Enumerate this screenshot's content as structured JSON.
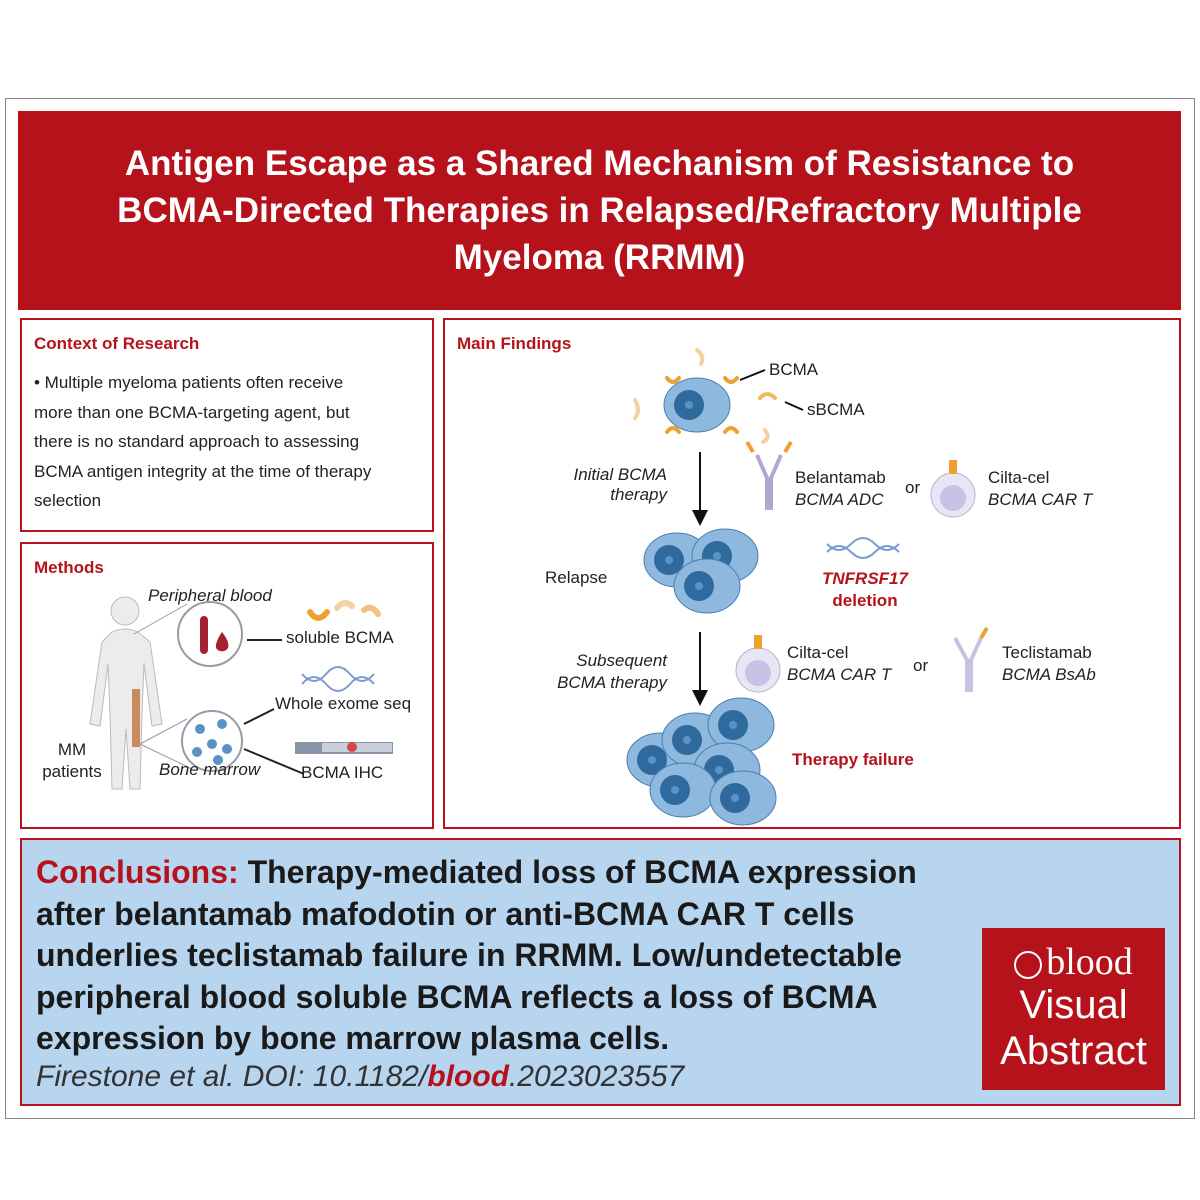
{
  "title": "Antigen Escape as a Shared Mechanism of Resistance to BCMA-Directed Therapies in Relapsed/Refractory Multiple Myeloma (RRMM)",
  "context": {
    "heading": "Context of Research",
    "text": "• Multiple myeloma patients often receive more than one BCMA-targeting agent, but there is no standard approach to assessing BCMA antigen integrity at the time of therapy selection"
  },
  "methods": {
    "heading": "Methods",
    "peripheral_blood": "Peripheral blood",
    "soluble_bcma": "soluble BCMA",
    "whole_exome": "Whole exome seq",
    "bone_marrow": "Bone marrow",
    "bcma_ihc": "BCMA IHC",
    "mm_patients": "MM patients"
  },
  "findings": {
    "heading": "Main Findings",
    "bcma": "BCMA",
    "sbcma": "sBCMA",
    "initial_line1": "Initial BCMA",
    "initial_line2": "therapy",
    "belantamab": "Belantamab",
    "belantamab_type": "BCMA ADC",
    "or": "or",
    "ciltacel": "Cilta-cel",
    "ciltacel_type": "BCMA CAR T",
    "relapse": "Relapse",
    "gene": "TNFRSF17",
    "deletion": "deletion",
    "subsequent_line1": "Subsequent",
    "subsequent_line2": "BCMA therapy",
    "teclistamab": "Teclistamab",
    "teclistamab_type": "BCMA BsAb",
    "failure": "Therapy failure"
  },
  "conclusions": {
    "label": "Conclusions:",
    "text": " Therapy-mediated loss of BCMA expression after belantamab mafodotin or anti-BCMA CAR T cells underlies teclistamab failure in RRMM. Low/undetectable peripheral blood soluble BCMA reflects a loss of BCMA expression by bone marrow plasma cells.",
    "citation_prefix": "Firestone et al. DOI: 10.1182/",
    "citation_journal": "blood",
    "citation_suffix": ".2023023557"
  },
  "logo": {
    "brand": "blood",
    "line1": "Visual",
    "line2": "Abstract"
  },
  "colors": {
    "accent": "#b5121b",
    "conclusion_bg": "#b8d5f0",
    "cell": "#5b92c6",
    "bcma": "#f0a030"
  }
}
